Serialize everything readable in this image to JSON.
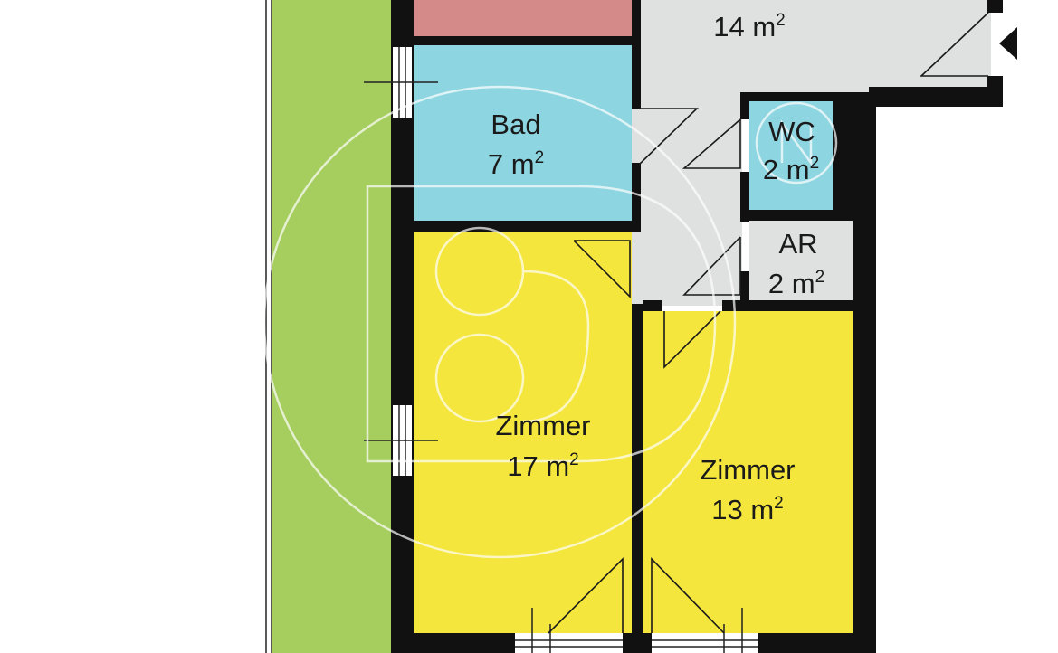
{
  "unit": "m",
  "unit_sup": "2",
  "colors": {
    "garden": "#a6ce5f",
    "bath": "#8dd5e0",
    "bedroom": "#f4e63c",
    "hall": "#dfe0e0",
    "kitchen": "#d58a8a",
    "wall": "#111111"
  },
  "rooms": [
    {
      "id": "hall",
      "area": "14"
    },
    {
      "id": "bath",
      "name": "Bad",
      "area": "7"
    },
    {
      "id": "wc",
      "name": "WC",
      "area": "2"
    },
    {
      "id": "ar",
      "name": "AR",
      "area": "2"
    },
    {
      "id": "zimmer-large",
      "name": "Zimmer",
      "area": "17"
    },
    {
      "id": "zimmer-small",
      "name": "Zimmer",
      "area": "13"
    }
  ],
  "watermark": "B3-logo"
}
